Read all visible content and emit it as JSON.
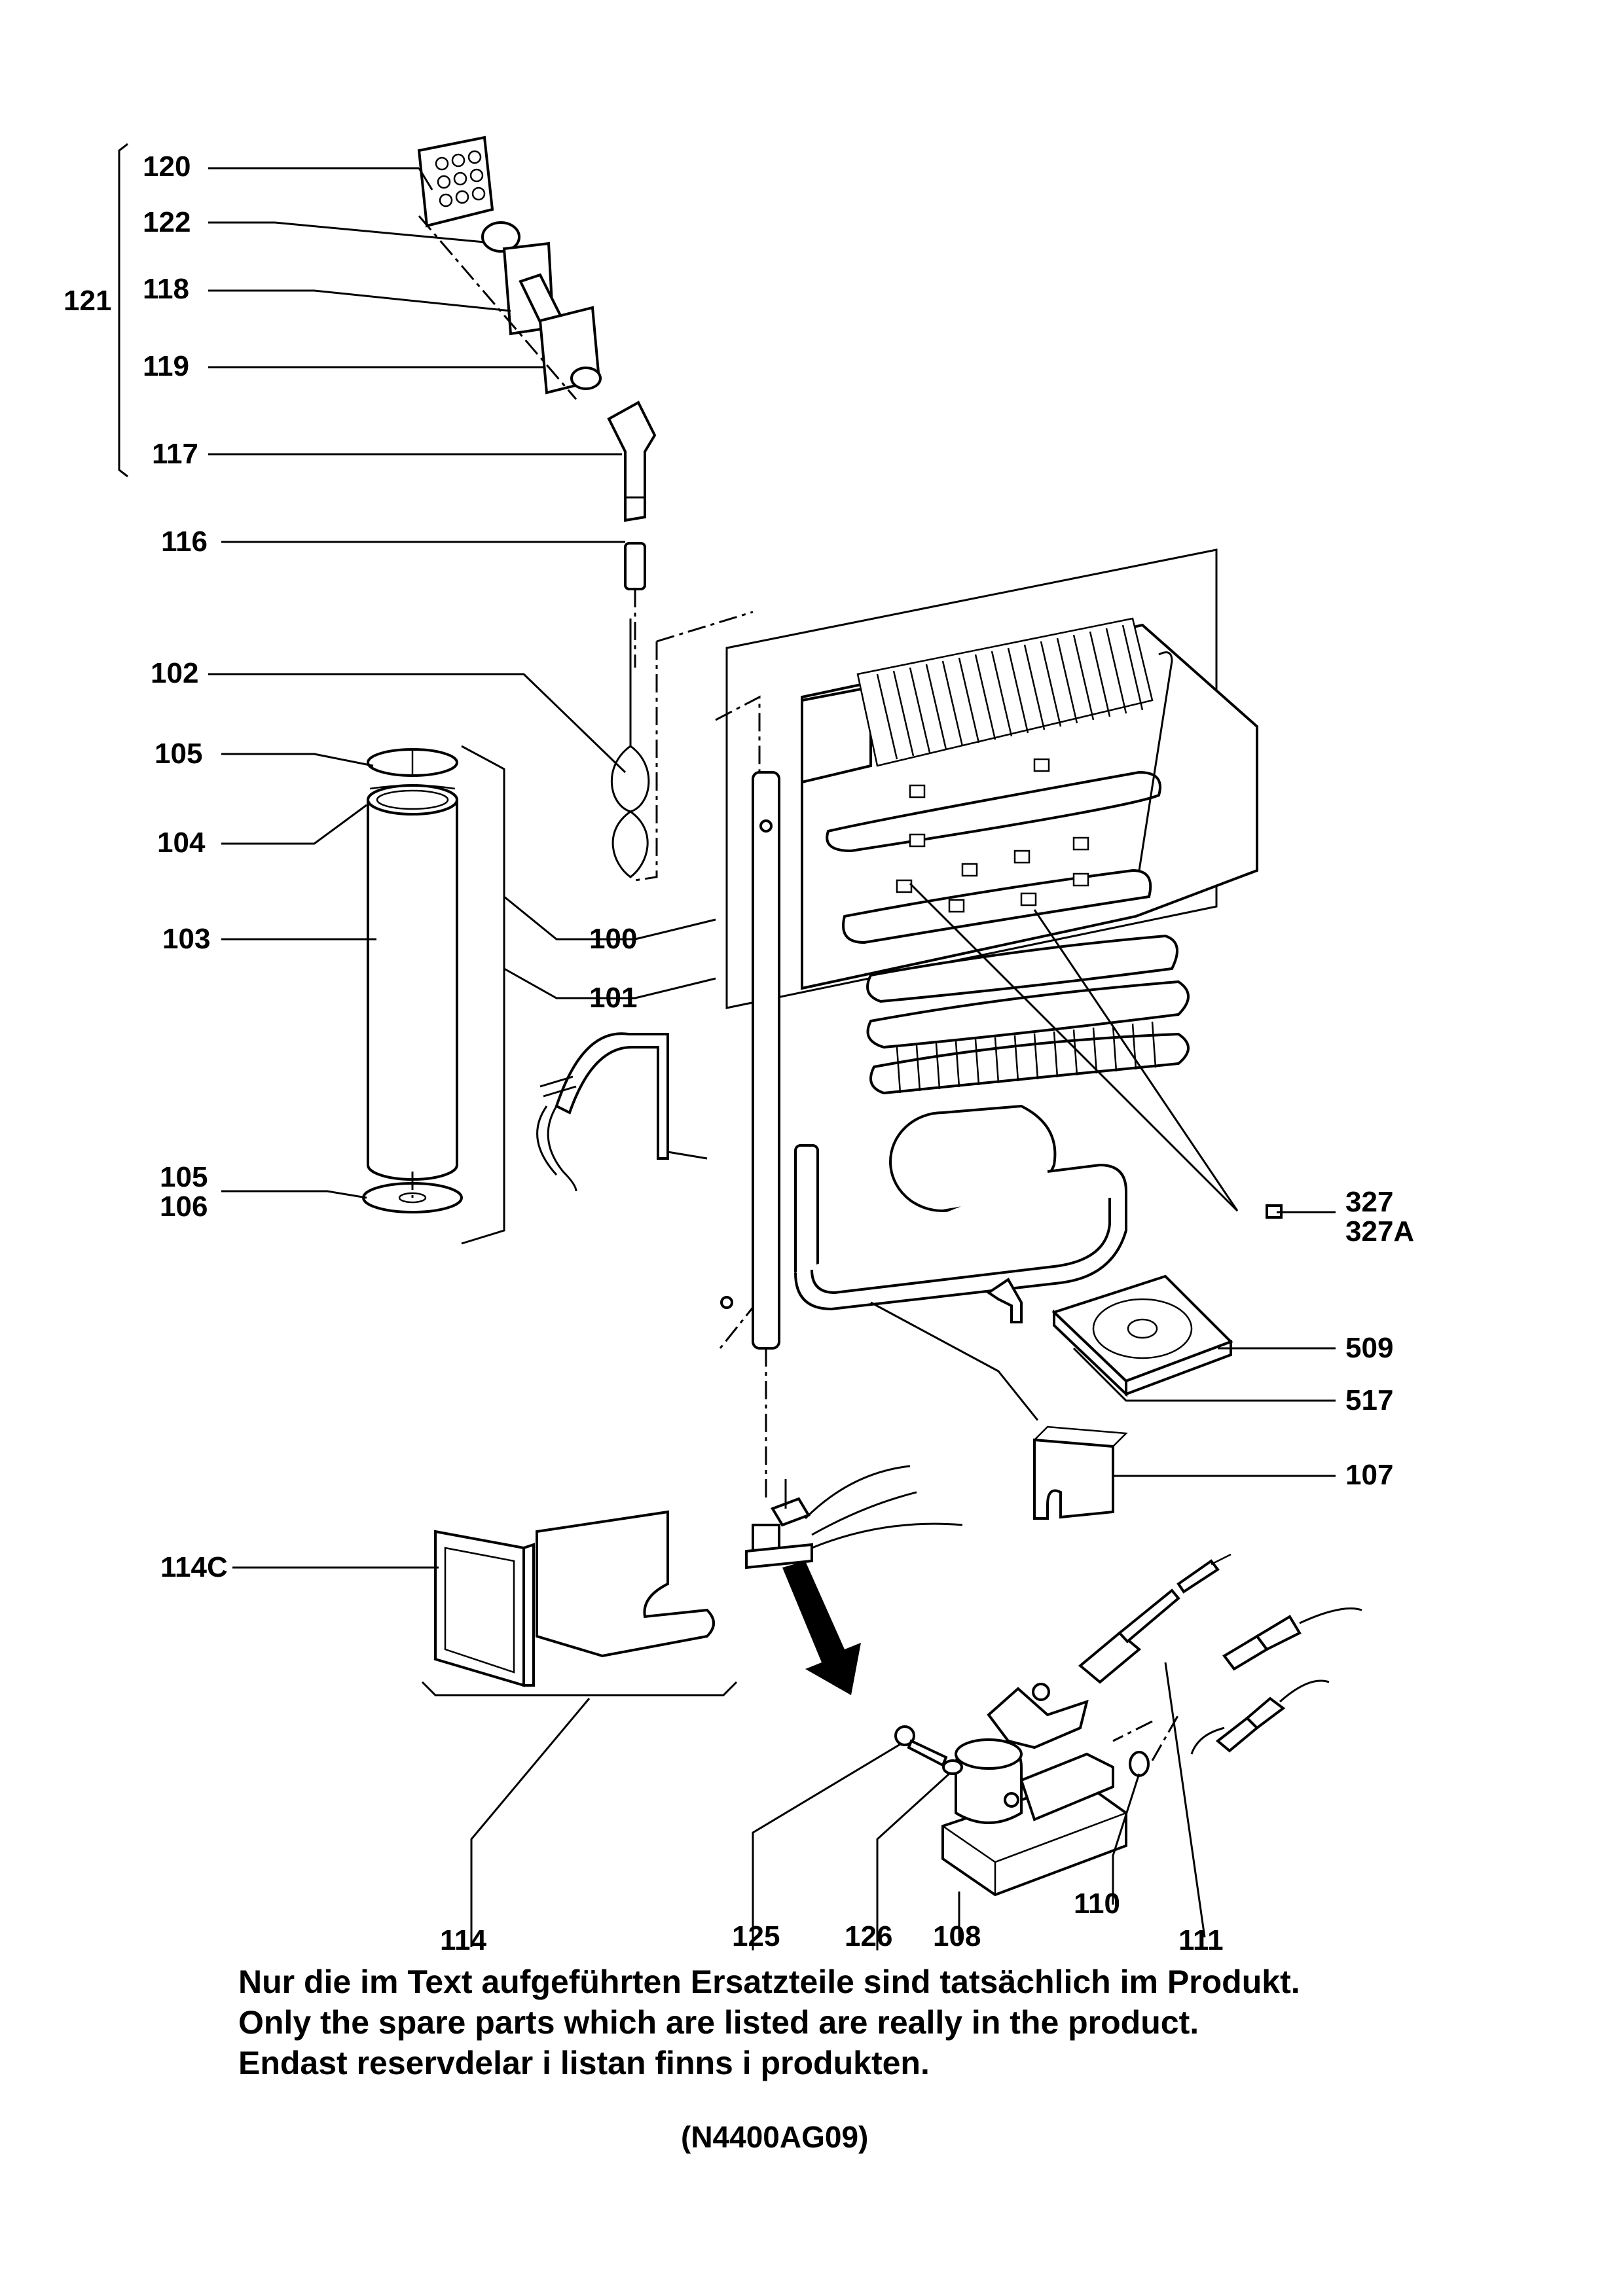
{
  "diagram": {
    "part_labels": {
      "p120": "120",
      "p122": "122",
      "p121": "121",
      "p118": "118",
      "p119": "119",
      "p117": "117",
      "p116": "116",
      "p102": "102",
      "p105a": "105",
      "p104": "104",
      "p103": "103",
      "p100": "100",
      "p101": "101",
      "p105b": "105",
      "p106": "106",
      "p327": "327",
      "p327a": "327A",
      "p509": "509",
      "p517": "517",
      "p107": "107",
      "p114c": "114C",
      "p114": "114",
      "p125": "125",
      "p126": "126",
      "p108": "108",
      "p110": "110",
      "p111": "111"
    },
    "notes": [
      "Nur die im Text aufgeführten Ersatzteile sind tatsächlich im Produkt.",
      "Only the spare parts which are listed are really in the product.",
      "Endast reservdelar i listan finns i produkten."
    ],
    "drawing_code": "(N4400AG09)"
  }
}
